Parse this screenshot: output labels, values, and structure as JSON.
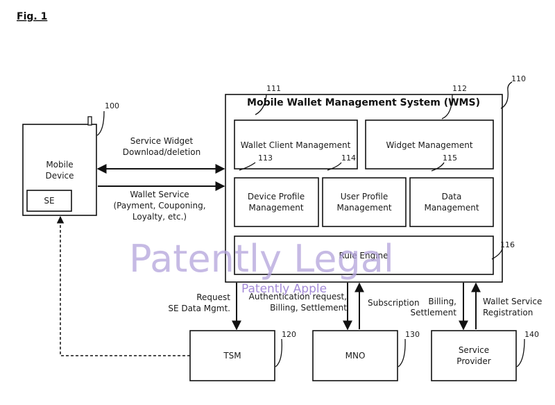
{
  "figure_label": "Fig. 1",
  "wms": {
    "title": "Mobile Wallet Management System (WMS)",
    "ref": "110"
  },
  "mobile_device": {
    "label_lines": [
      "Mobile",
      "Device"
    ],
    "ref": "100",
    "se_label": "SE"
  },
  "modules": {
    "wallet_client": {
      "label_lines": [
        "Wallet Client Management"
      ],
      "ref": "111"
    },
    "widget": {
      "label_lines": [
        "Widget Management"
      ],
      "ref": "112"
    },
    "device_profile": {
      "label_lines": [
        "Device Profile",
        "Management"
      ],
      "ref": "113"
    },
    "user_profile": {
      "label_lines": [
        "User Profile",
        "Management"
      ],
      "ref": "114"
    },
    "data": {
      "label_lines": [
        "Data",
        "Management"
      ],
      "ref": "115"
    },
    "rule_engine": {
      "label_lines": [
        "Rule Engine"
      ],
      "ref": "116"
    }
  },
  "external": {
    "tsm": {
      "label_lines": [
        "TSM"
      ],
      "ref": "120"
    },
    "mno": {
      "label_lines": [
        "MNO"
      ],
      "ref": "130"
    },
    "service_provider": {
      "label_lines": [
        "Service",
        "Provider"
      ],
      "ref": "140"
    }
  },
  "flows": {
    "widget_download": [
      "Service Widget",
      "Download/deletion"
    ],
    "wallet_service": [
      "Wallet Service",
      "(Payment, Couponing,",
      "Loyalty, etc.)"
    ],
    "tsm_request": [
      "Request",
      "SE Data Mgmt."
    ],
    "mno_auth": [
      "Authentication request,",
      "Billing, Settlement"
    ],
    "mno_subscription": [
      "Subscription"
    ],
    "sp_billing": [
      "Billing,",
      "Settlement"
    ],
    "sp_registration": [
      "Wallet Service",
      "Registration"
    ]
  },
  "watermark": {
    "main": "Patently Legal",
    "sub": "Patently Apple"
  }
}
